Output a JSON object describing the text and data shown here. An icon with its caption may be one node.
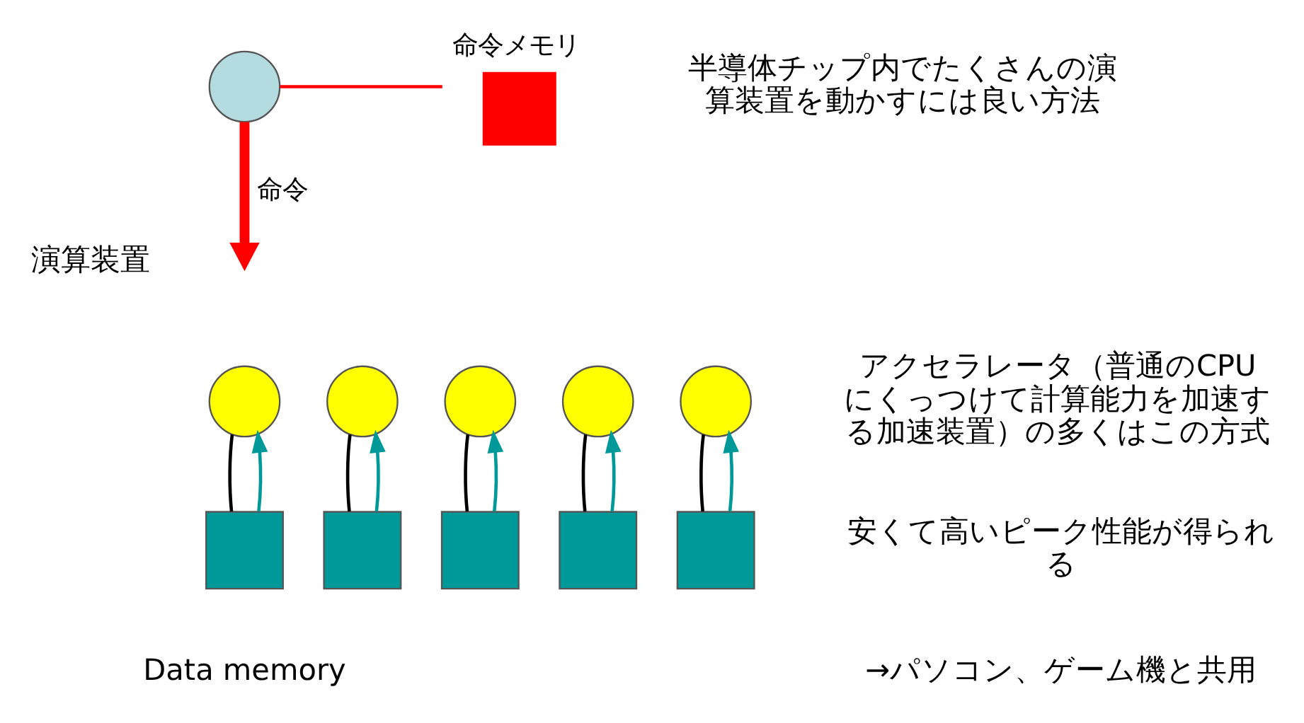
{
  "diagram": {
    "nodes": [
      {
        "text": [],
        "shape": "circle"
      },
      {
        "text": [
          "命令メモリ"
        ]
      },
      {
        "text": [],
        "shape": "circle"
      },
      {
        "text": [],
        "shape": "circle"
      },
      {
        "text": [],
        "shape": "circle"
      },
      {
        "text": [],
        "shape": "circle"
      },
      {
        "text": [],
        "shape": "circle"
      },
      {
        "text": [],
        "shape": "box"
      },
      {
        "text": [],
        "shape": "box"
      },
      {
        "text": [],
        "shape": "box"
      },
      {
        "text": [],
        "shape": "box"
      },
      {
        "text": [],
        "shape": "box"
      }
    ],
    "edges": [
      {
        "from": 0,
        "to": 1,
        "arrow": "none",
        "color": "#ff0000"
      },
      {
        "from": 0,
        "to": null,
        "arrow": "to",
        "label": "命令",
        "style": "thick",
        "color": "#ff0000"
      },
      {
        "from": 2,
        "to": 7,
        "arrow": "none"
      },
      {
        "from": 7,
        "to": 2,
        "arrow": "to",
        "color": "#009999"
      },
      {
        "from": 3,
        "to": 8,
        "arrow": "none"
      },
      {
        "from": 8,
        "to": 3,
        "arrow": "to",
        "color": "#009999"
      },
      {
        "from": 4,
        "to": 9,
        "arrow": "none"
      },
      {
        "from": 9,
        "to": 4,
        "arrow": "to",
        "color": "#009999"
      },
      {
        "from": 5,
        "to": 10,
        "arrow": "none"
      },
      {
        "from": 10,
        "to": 5,
        "arrow": "to",
        "color": "#009999"
      },
      {
        "from": 6,
        "to": 11,
        "arrow": "none"
      },
      {
        "from": 11,
        "to": 6,
        "arrow": "to",
        "color": "#009999"
      }
    ],
    "labels": [
      "半導体チップ内でたくさんの演算装置を動かすには良い方法",
      "演算装置",
      "アクセラレータ（普通のCPUにくっつけて計算能力を加速する加速装置）の多くはこの方式",
      "安くて高いピーク性能が得られる",
      "→パソコン、ゲーム機と共用",
      "Data memory"
    ]
  }
}
